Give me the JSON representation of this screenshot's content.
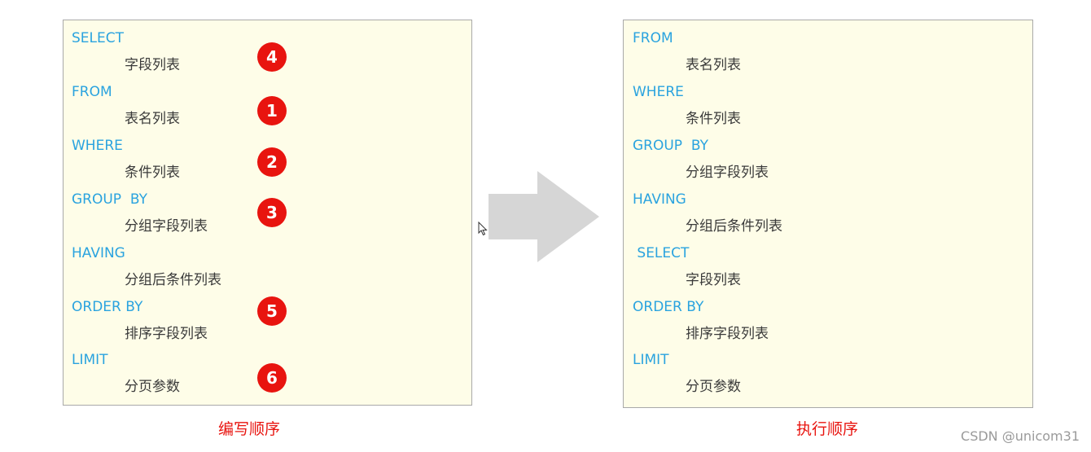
{
  "left_panel": {
    "rows": [
      {
        "keyword": "SELECT",
        "detail": "字段列表",
        "order": "4"
      },
      {
        "keyword": "FROM",
        "detail": "表名列表",
        "order": "1"
      },
      {
        "keyword": "WHERE",
        "detail": "条件列表",
        "order": "2"
      },
      {
        "keyword": "GROUP  BY",
        "detail": "分组字段列表",
        "order": "3"
      },
      {
        "keyword": "HAVING",
        "detail": "分组后条件列表",
        "order": ""
      },
      {
        "keyword": "ORDER BY",
        "detail": "排序字段列表",
        "order": "5"
      },
      {
        "keyword": "LIMIT",
        "detail": "分页参数",
        "order": "6"
      }
    ],
    "caption": "编写顺序"
  },
  "right_panel": {
    "rows": [
      {
        "keyword": "FROM",
        "detail": "表名列表"
      },
      {
        "keyword": "WHERE",
        "detail": "条件列表"
      },
      {
        "keyword": "GROUP  BY",
        "detail": "分组字段列表"
      },
      {
        "keyword": "HAVING",
        "detail": "分组后条件列表"
      },
      {
        "keyword": " SELECT",
        "detail": "字段列表"
      },
      {
        "keyword": "ORDER BY",
        "detail": "排序字段列表"
      },
      {
        "keyword": "LIMIT",
        "detail": "分页参数"
      }
    ],
    "caption": "执行顺序"
  },
  "watermark": "CSDN @unicom31",
  "colors": {
    "keyword": "#2aa3df",
    "badge": "#e8140f",
    "caption": "#e8140f",
    "panel_bg": "#fefde8",
    "arrow": "#d6d6d6"
  },
  "icons": {
    "arrow": "right-arrow-icon",
    "cursor": "mouse-cursor-icon"
  }
}
